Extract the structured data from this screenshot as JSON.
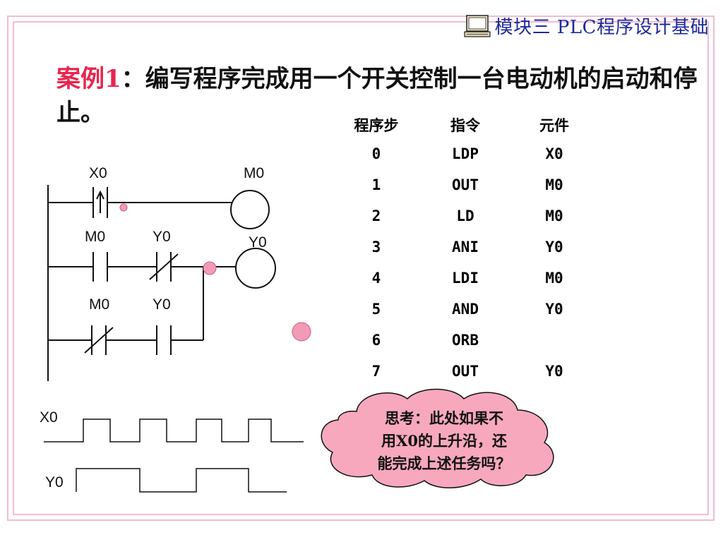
{
  "header": {
    "title": "模块三  PLC程序设计基础",
    "icon": "computer-icon"
  },
  "title": {
    "case_label": "案例1",
    "separator": "：",
    "text": "编写程序完成用一个开关控制一台电动机的启动和停止。"
  },
  "program_table": {
    "headers": [
      "程序步",
      "指令",
      "元件"
    ],
    "rows": [
      [
        "0",
        "LDP",
        "X0"
      ],
      [
        "1",
        "OUT",
        "M0"
      ],
      [
        "2",
        "LD",
        "M0"
      ],
      [
        "3",
        "ANI",
        "Y0"
      ],
      [
        "4",
        "LDI",
        "M0"
      ],
      [
        "5",
        "AND",
        "Y0"
      ],
      [
        "6",
        "ORB",
        ""
      ],
      [
        "7",
        "OUT",
        "Y0"
      ]
    ]
  },
  "ladder": {
    "x0": "X0",
    "m0_top": "M0",
    "m0_row2": "M0",
    "y0_row2": "Y0",
    "y0_coil": "Y0",
    "m0_row3": "M0",
    "y0_row3": "Y0"
  },
  "timing": {
    "x0": "X0",
    "y0": "Y0"
  },
  "callout": {
    "line1": "思考：此处如果不",
    "line2": "用X0的上升沿，还",
    "line3": "能完成上述任务吗？"
  },
  "colors": {
    "frame": "#f0bcd2",
    "accent": "#e8254f",
    "header": "#1f2a99",
    "cloud": "#f7a8bd",
    "dot": "#f29ab6"
  }
}
